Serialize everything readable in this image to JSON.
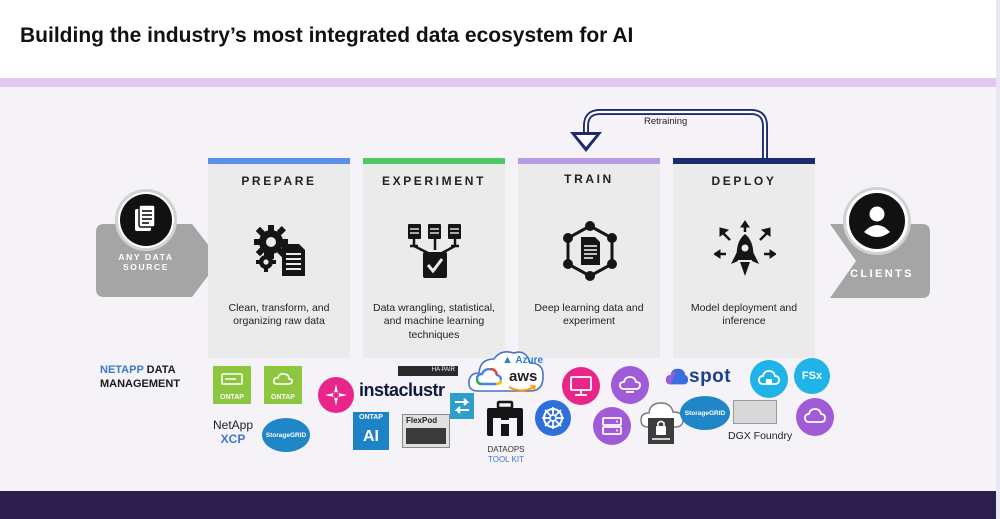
{
  "title": "Building the industry’s most integrated data ecosystem for AI",
  "colors": {
    "prepare": "#5b8fe8",
    "experiment": "#4cc864",
    "train": "#b79be3",
    "deploy": "#1c2b6e",
    "accent_purple": "#2c1d4f",
    "ontap_green": "#8dc63f",
    "storagegrid_blue": "#1f86c8"
  },
  "source": {
    "label_line1": "ANY DATA",
    "label_line2": "SOURCE",
    "icon": "document-stack-icon"
  },
  "clients": {
    "label": "CLIENTS",
    "icon": "user-icon"
  },
  "retraining_label": "Retraining",
  "stages": [
    {
      "title": "PREPARE",
      "desc": "Clean, transform, and organizing raw data",
      "icon": "gears-document-icon"
    },
    {
      "title": "EXPERIMENT",
      "desc": "Data wrangling, statistical, and machine learning techniques",
      "icon": "data-processing-icon"
    },
    {
      "title": "TRAIN",
      "desc": "Deep learning data and experiment",
      "icon": "network-document-icon"
    },
    {
      "title": "DEPLOY",
      "desc": "Model deployment and inference",
      "icon": "rocket-icon"
    }
  ],
  "data_management": {
    "label_blue": "NETAPP",
    "label_blue_suffix": "DATA",
    "label_dark": "MANAGEMENT"
  },
  "logos": {
    "ontap1": "ONTAP",
    "ontap2": "ONTAP",
    "netapp": "NetApp",
    "xcp": "XCP",
    "storagegrid1": "StorageGRID",
    "instaclustr": "instaclustr",
    "hw_label": "HA PAIR",
    "ontap_ai_top": "ONTAP",
    "ontap_ai_bottom": "AI",
    "flexpod": "FlexPod",
    "azure": "Azure",
    "aws": "aws",
    "dataops": "DATAOPS",
    "toolkit": "TOOL KIT",
    "spot": "spot",
    "fsx": "FSx",
    "storagegrid2": "StorageGRID",
    "dgx": "DGX Foundry"
  }
}
